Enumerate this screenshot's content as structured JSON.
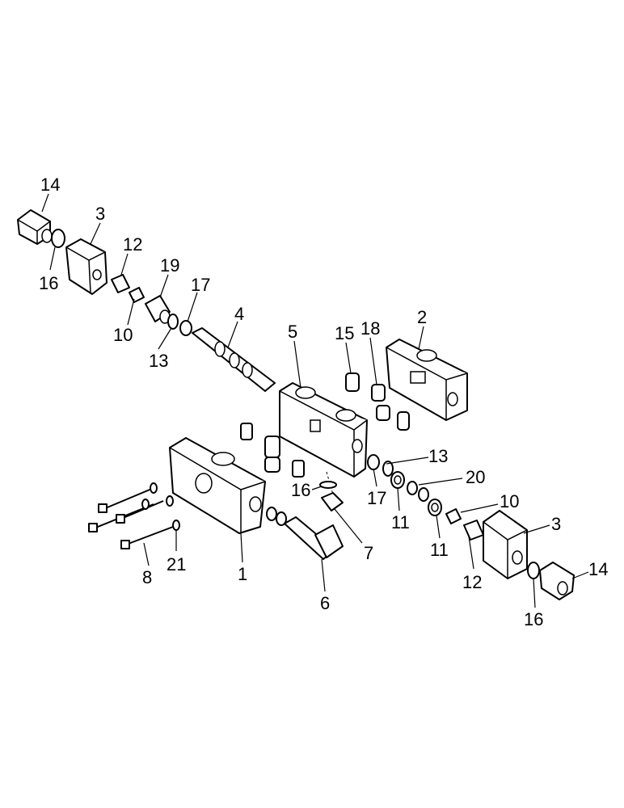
{
  "callouts": {
    "c1": "1",
    "c2": "2",
    "c3a": "3",
    "c3b": "3",
    "c4": "4",
    "c5": "5",
    "c6": "6",
    "c7": "7",
    "c8": "8",
    "c10a": "10",
    "c10b": "10",
    "c11a": "11",
    "c11b": "11",
    "c12a": "12",
    "c12b": "12",
    "c13a": "13",
    "c13b": "13",
    "c14a": "14",
    "c14b": "14",
    "c15": "15",
    "c16a": "16",
    "c16b": "16",
    "c16c": "16",
    "c17a": "17",
    "c17b": "17",
    "c18": "18",
    "c19": "19",
    "c20": "20",
    "c21": "21"
  }
}
